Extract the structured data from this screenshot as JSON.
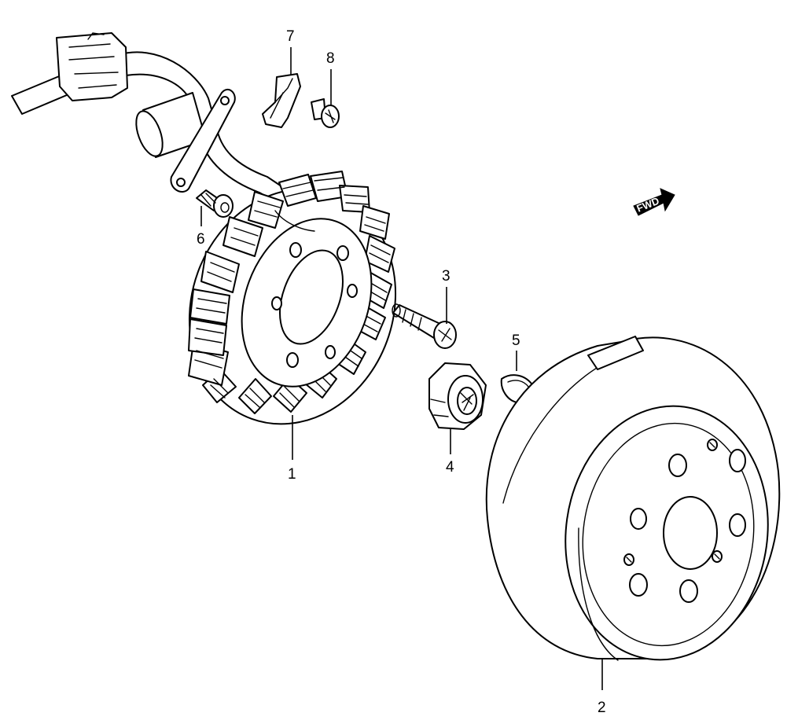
{
  "callouts": {
    "p1": "1",
    "p2": "2",
    "p3": "3",
    "p4": "4",
    "p5": "5",
    "p6": "6",
    "p7": "7",
    "p8": "8"
  },
  "fwd_badge": {
    "label": "FWD",
    "icon": "arrow-right-icon"
  }
}
